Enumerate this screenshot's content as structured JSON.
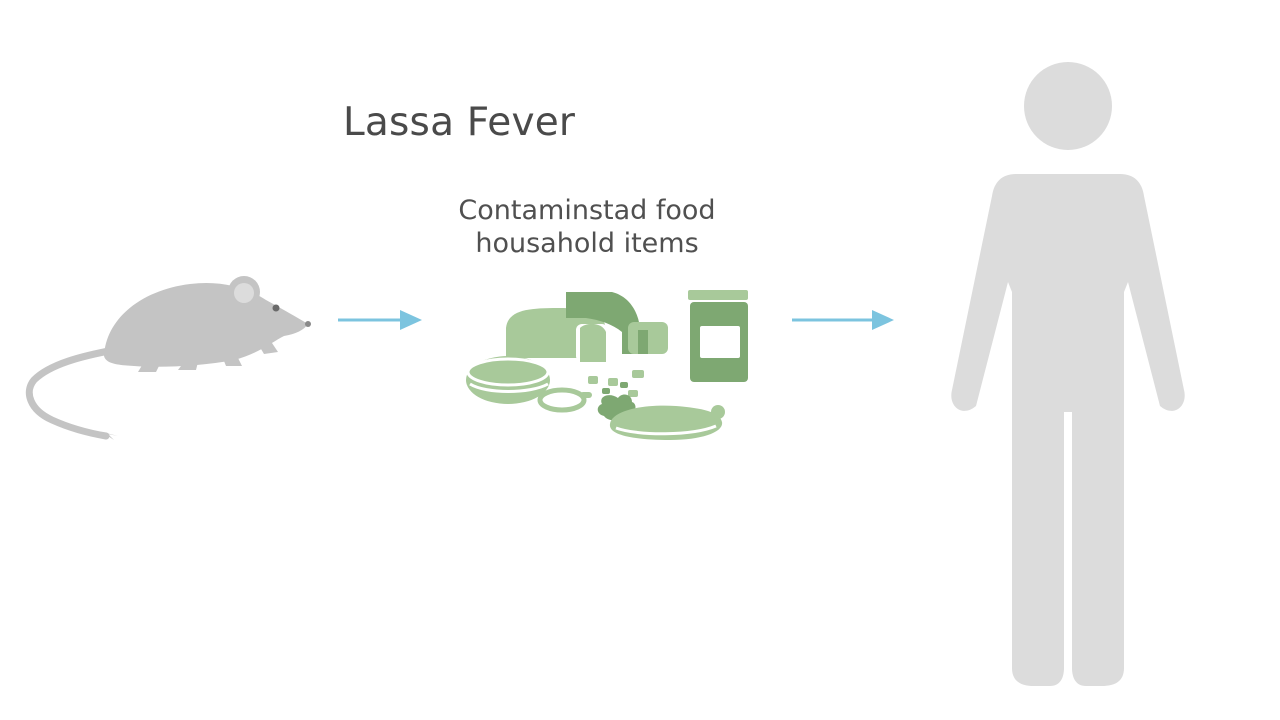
{
  "title": "Lassa Fever",
  "caption": {
    "line1": "Contaminstad food",
    "line2": "housahold items"
  },
  "colors": {
    "rat": "#c4c4c4",
    "arrow": "#7cc4df",
    "food_light": "#a8c99a",
    "food_dark": "#7ea872",
    "person": "#dcdcdc",
    "text": "#4a4a4a"
  },
  "icons": [
    "rat-icon",
    "arrow-right-icon",
    "contaminated-food-icon",
    "arrow-right-icon",
    "person-icon"
  ]
}
